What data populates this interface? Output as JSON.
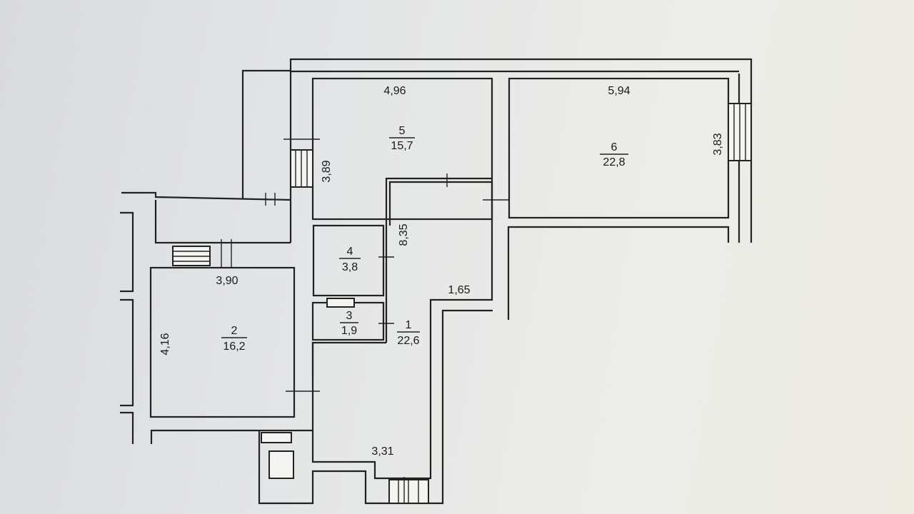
{
  "rooms": [
    {
      "id": "1",
      "number": "1",
      "area": "22,6"
    },
    {
      "id": "2",
      "number": "2",
      "area": "16,2"
    },
    {
      "id": "3",
      "number": "3",
      "area": "1,9"
    },
    {
      "id": "4",
      "number": "4",
      "area": "3,8"
    },
    {
      "id": "5",
      "number": "5",
      "area": "15,7"
    },
    {
      "id": "6",
      "number": "6",
      "area": "22,8"
    }
  ],
  "dimensions": {
    "room5_width": "4,96",
    "room5_height": "3,89",
    "room6_width": "5,94",
    "room6_height": "3,83",
    "room2_width": "3,90",
    "room2_height": "4,16",
    "corridor_length": "8,35",
    "corridor_width": "1,65",
    "hall_width": "3,31"
  }
}
